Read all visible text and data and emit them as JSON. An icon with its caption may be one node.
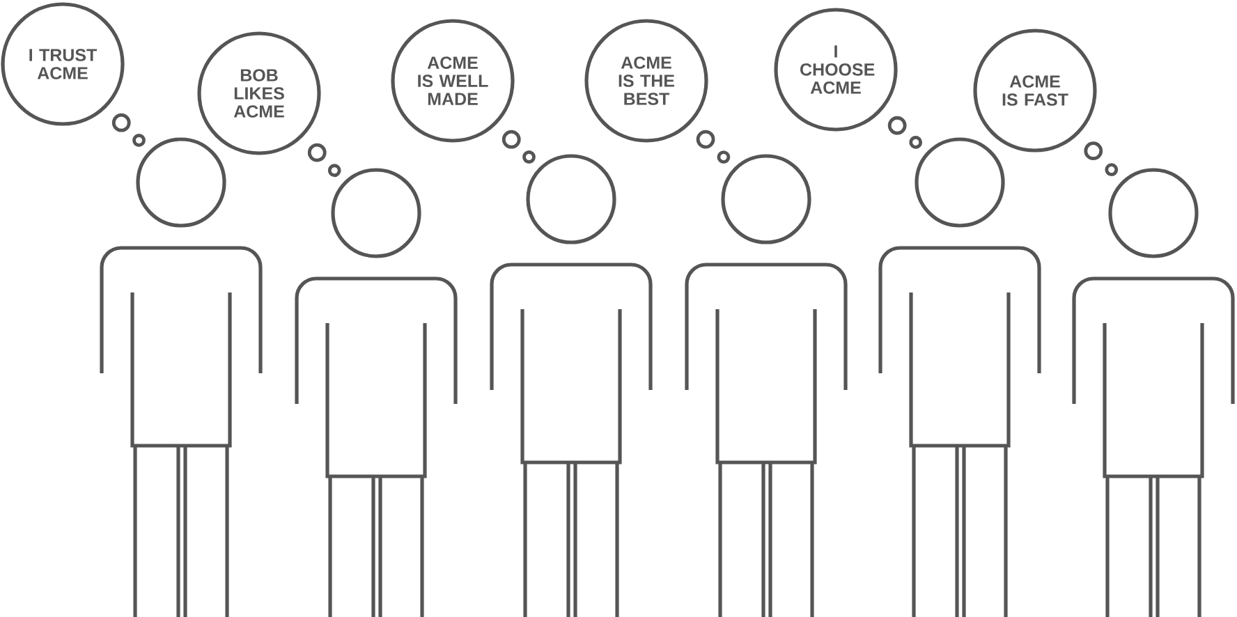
{
  "diagram": {
    "nodes": [
      {
        "text": [
          "I TRUST ACME"
        ]
      },
      {
        "text": [
          "BOB LIKES ACME"
        ]
      },
      {
        "text": [
          "ACME IS WELL MADE"
        ]
      },
      {
        "text": [
          "ACME IS THE BEST"
        ]
      },
      {
        "text": [
          "I CHOOSE ACME"
        ]
      },
      {
        "text": [
          "ACME IS FAST"
        ]
      },
      {
        "text": [],
        "shape": "person"
      },
      {
        "text": [],
        "shape": "person"
      },
      {
        "text": [],
        "shape": "person"
      },
      {
        "text": [],
        "shape": "person"
      },
      {
        "text": [],
        "shape": "person"
      },
      {
        "text": [],
        "shape": "person"
      }
    ],
    "edges": [
      {
        "from": 0,
        "to": 6,
        "arrow": "none"
      },
      {
        "from": 1,
        "to": 7,
        "arrow": "none"
      },
      {
        "from": 2,
        "to": 8,
        "arrow": "none"
      },
      {
        "from": 3,
        "to": 9,
        "arrow": "none"
      },
      {
        "from": 4,
        "to": 10,
        "arrow": "none"
      },
      {
        "from": 5,
        "to": 11,
        "arrow": "none"
      }
    ]
  }
}
